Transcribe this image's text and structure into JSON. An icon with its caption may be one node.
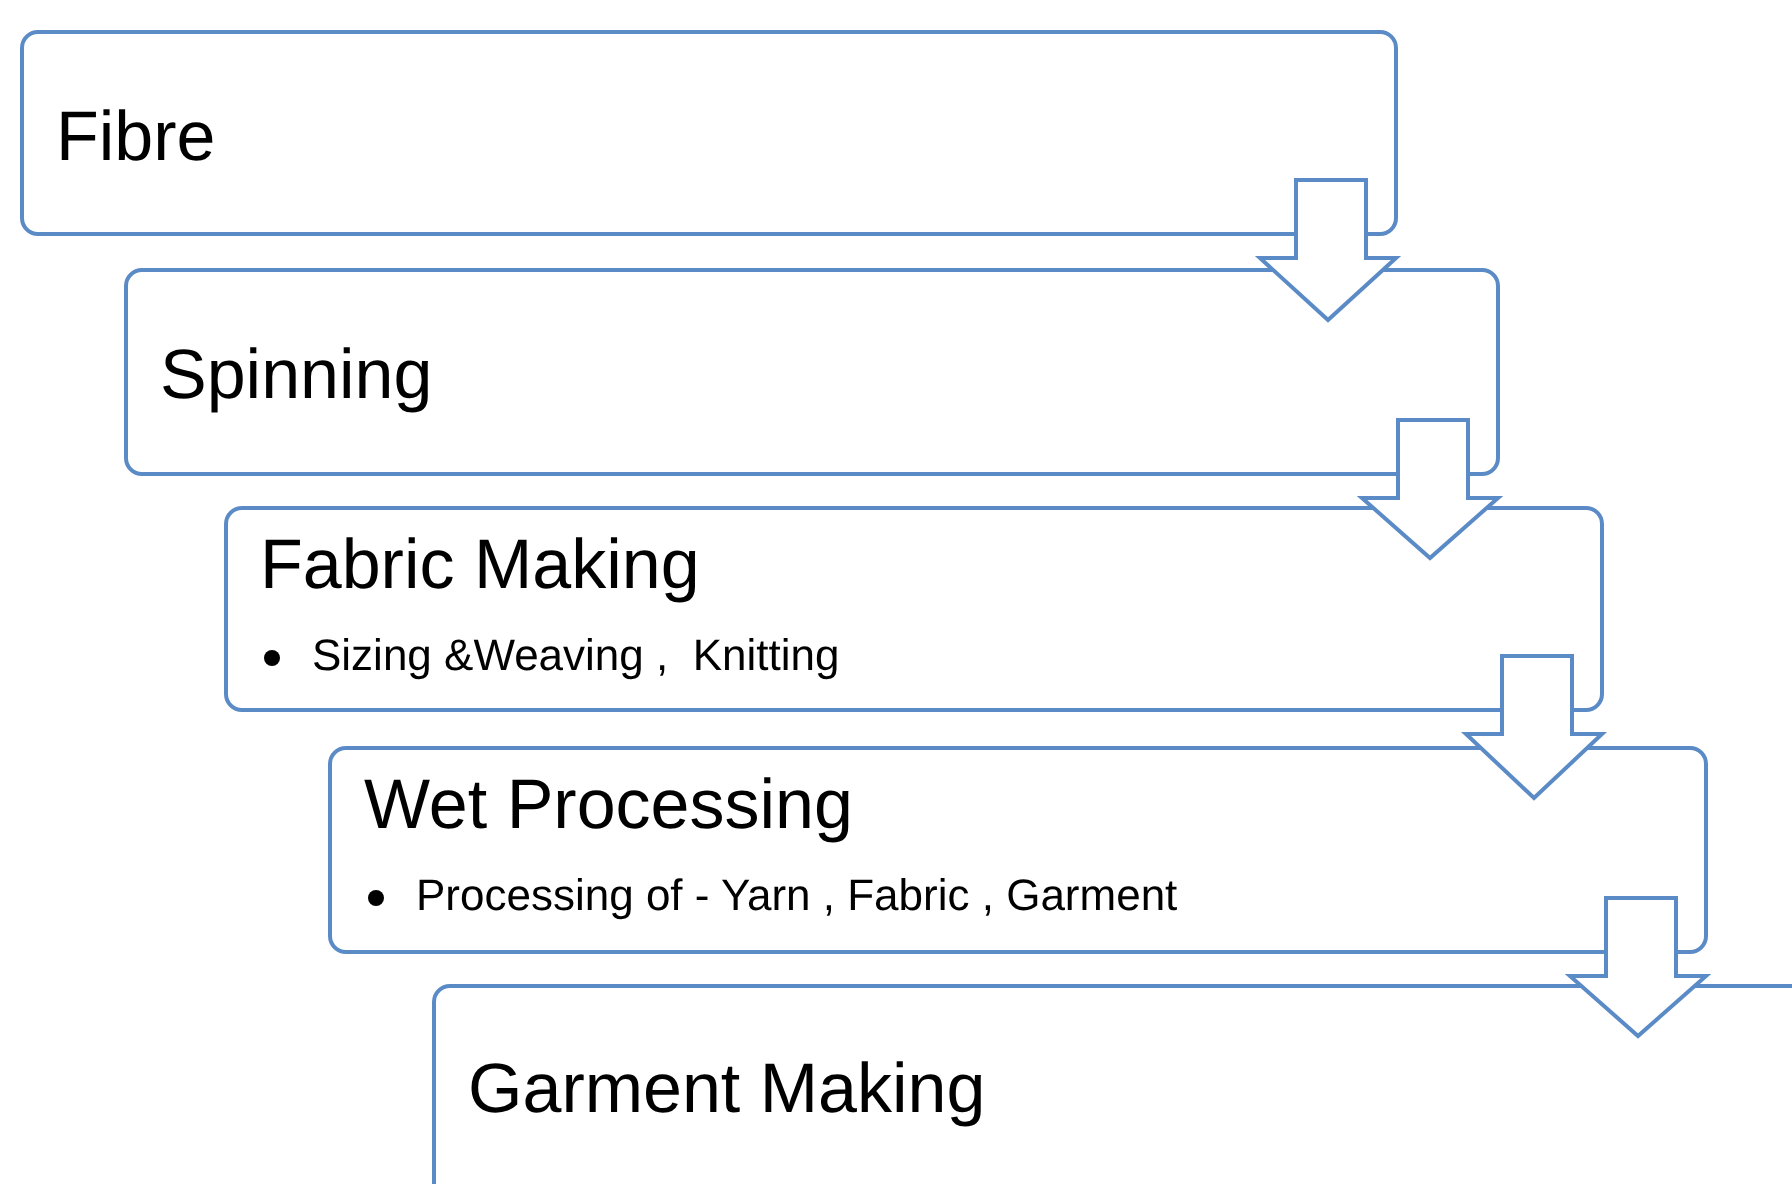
{
  "diagram": {
    "nodes": [
      {
        "text": [
          "Fibre"
        ]
      },
      {
        "text": [
          "Spinning"
        ]
      },
      {
        "text": [
          "Fabric Making",
          "Sizing &Weaving ,  Knitting"
        ]
      },
      {
        "text": [
          "Wet Processing",
          "Processing of - Yarn , Fabric , Garment"
        ]
      },
      {
        "text": [
          "Garment Making"
        ]
      }
    ],
    "edges": [
      {
        "from": 0,
        "to": 1,
        "arrow": "to"
      },
      {
        "from": 1,
        "to": 2,
        "arrow": "to"
      },
      {
        "from": 2,
        "to": 3,
        "arrow": "to"
      },
      {
        "from": 3,
        "to": 4,
        "arrow": "to"
      }
    ]
  }
}
